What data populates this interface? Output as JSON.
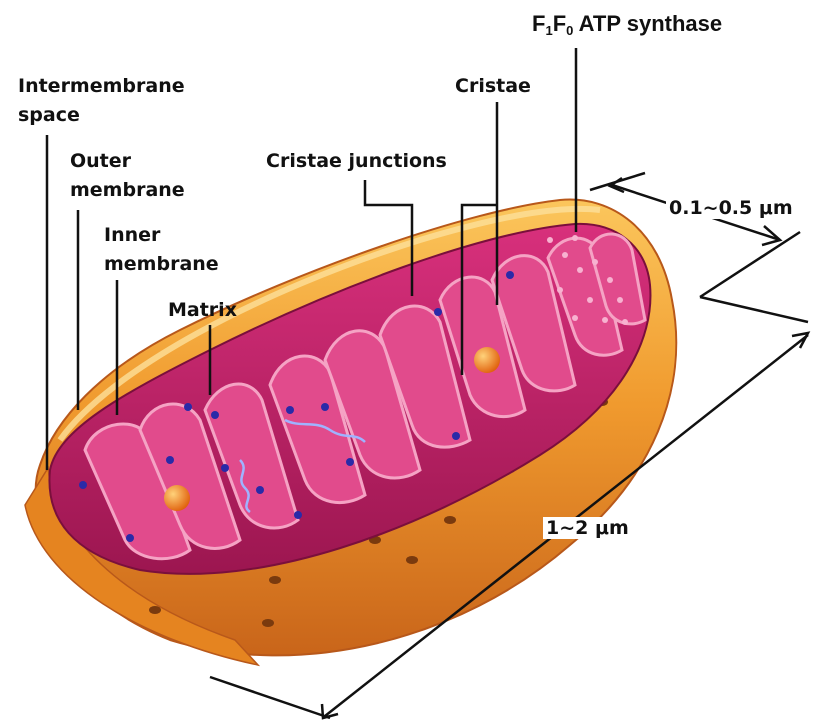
{
  "labels": {
    "intermembrane_space_line1": "Intermembrane",
    "intermembrane_space_line2": "space",
    "outer_membrane_line1": "Outer",
    "outer_membrane_line2": "membrane",
    "inner_membrane_line1": "Inner",
    "inner_membrane_line2": "membrane",
    "matrix": "Matrix",
    "cristae_junctions": "Cristae junctions",
    "cristae": "Cristae",
    "atp_synthase_f1": "F",
    "atp_synthase_sub1": "1",
    "atp_synthase_f0": "F",
    "atp_synthase_sub0": "0",
    "atp_synthase_rest": " ATP synthase"
  },
  "measurements": {
    "width": "0.1~0.5 μm",
    "length": "1~2 μm"
  },
  "colors": {
    "outer_membrane_fill": "#f09a2e",
    "outer_membrane_dark": "#c9651a",
    "outer_membrane_rim": "#fbc65c",
    "matrix_fill": "#c8236d",
    "matrix_dark": "#8e1346",
    "cristae_fill": "#e14b8c",
    "cristae_edge": "#f5a3c4",
    "particle_blue": "#2a2aa8",
    "ribosome_orange": "#f07a1a",
    "line_color": "#111111"
  }
}
